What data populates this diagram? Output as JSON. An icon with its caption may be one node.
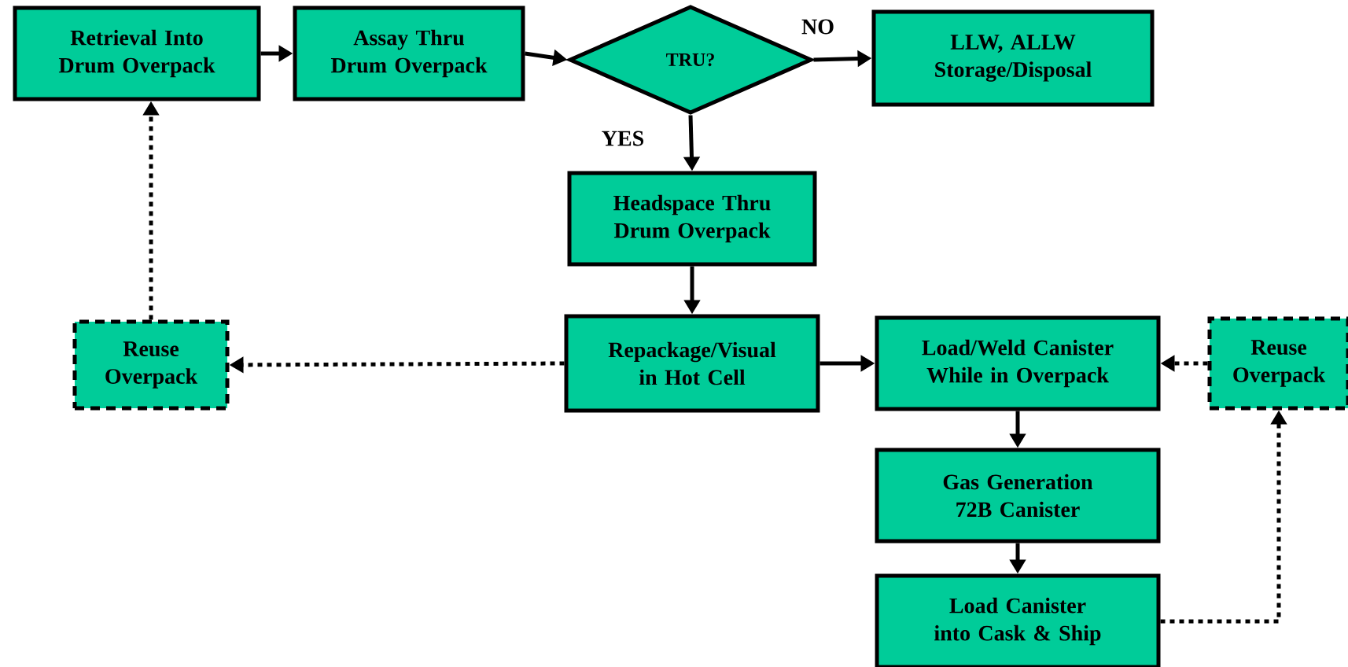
{
  "diagram": {
    "nodes": [
      {
        "text": [
          "Retrieval Into Drum Overpack"
        ]
      },
      {
        "text": [
          "Assay Thru Drum Overpack"
        ]
      },
      {
        "text": [
          "TRU?"
        ]
      },
      {
        "text": [
          "LLW, ALLW Storage/Disposal"
        ]
      },
      {
        "text": [
          "Headspace Thru Drum Overpack"
        ]
      },
      {
        "text": [
          "Reuse Overpack"
        ]
      },
      {
        "text": [
          "Repackage/Visual in Hot Cell"
        ]
      },
      {
        "text": [
          "Load/Weld Canister While in Overpack"
        ]
      },
      {
        "text": [
          "Reuse Overpack"
        ]
      },
      {
        "text": [
          "Gas Generation 72B Canister"
        ]
      },
      {
        "text": [
          "Load Canister into Cask & Ship"
        ]
      }
    ],
    "edges": [
      {
        "from": 0,
        "to": 1,
        "arrow": "to"
      },
      {
        "from": 1,
        "to": 2,
        "arrow": "to"
      },
      {
        "from": 2,
        "to": 3,
        "arrow": "to",
        "label": "NO"
      },
      {
        "from": 2,
        "to": 4,
        "arrow": "to",
        "label": "YES"
      },
      {
        "from": 4,
        "to": 6,
        "arrow": "to"
      },
      {
        "from": 6,
        "to": 5,
        "arrow": "to",
        "style": "dashed"
      },
      {
        "from": 5,
        "to": 0,
        "arrow": "to",
        "style": "dashed"
      },
      {
        "from": 6,
        "to": 7,
        "arrow": "to"
      },
      {
        "from": 8,
        "to": 7,
        "arrow": "to",
        "style": "dashed"
      },
      {
        "from": 7,
        "to": 9,
        "arrow": "to"
      },
      {
        "from": 9,
        "to": 10,
        "arrow": "to"
      },
      {
        "from": 10,
        "to": 8,
        "arrow": "to",
        "style": "dashed"
      }
    ]
  }
}
